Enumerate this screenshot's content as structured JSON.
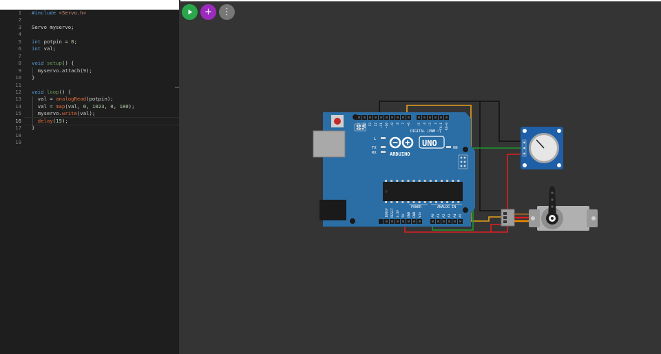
{
  "editor": {
    "lines": [
      {
        "n": "1",
        "tokens": [
          [
            "kw",
            "#include "
          ],
          [
            "ar",
            "<Servo.h>"
          ]
        ]
      },
      {
        "n": "2",
        "tokens": []
      },
      {
        "n": "3",
        "tokens": [
          [
            "p",
            "Servo myservo;"
          ]
        ]
      },
      {
        "n": "4",
        "tokens": []
      },
      {
        "n": "5",
        "tokens": [
          [
            "kw",
            "int"
          ],
          [
            "p",
            " potpin = "
          ],
          [
            "num",
            "0"
          ],
          [
            "p",
            ";"
          ]
        ]
      },
      {
        "n": "6",
        "tokens": [
          [
            "kw",
            "int"
          ],
          [
            "p",
            " val;"
          ]
        ]
      },
      {
        "n": "7",
        "tokens": []
      },
      {
        "n": "8",
        "tokens": [
          [
            "kw",
            "void"
          ],
          [
            "p",
            " "
          ],
          [
            "cmt",
            "setup"
          ],
          [
            "p",
            "() {"
          ]
        ]
      },
      {
        "n": "9",
        "tokens": [
          [
            "p",
            "  myservo.attach("
          ],
          [
            "num",
            "9"
          ],
          [
            "p",
            ");"
          ]
        ]
      },
      {
        "n": "10",
        "tokens": [
          [
            "p",
            "}"
          ]
        ]
      },
      {
        "n": "11",
        "tokens": []
      },
      {
        "n": "12",
        "tokens": [
          [
            "kw",
            "void"
          ],
          [
            "p",
            " "
          ],
          [
            "cmt",
            "loop"
          ],
          [
            "p",
            "() {"
          ]
        ]
      },
      {
        "n": "13",
        "tokens": [
          [
            "p",
            "  val = "
          ],
          [
            "stdfn",
            "analogRead"
          ],
          [
            "p",
            "(potpin);"
          ]
        ]
      },
      {
        "n": "14",
        "tokens": [
          [
            "p",
            "  val = "
          ],
          [
            "stdfn",
            "map"
          ],
          [
            "p",
            "(val, "
          ],
          [
            "num",
            "0"
          ],
          [
            "p",
            ", "
          ],
          [
            "num",
            "1023"
          ],
          [
            "p",
            ", "
          ],
          [
            "num",
            "0"
          ],
          [
            "p",
            ", "
          ],
          [
            "num",
            "180"
          ],
          [
            "p",
            ");"
          ]
        ]
      },
      {
        "n": "15",
        "tokens": [
          [
            "p",
            "  myservo."
          ],
          [
            "stdfn",
            "write"
          ],
          [
            "p",
            "(val);"
          ]
        ]
      },
      {
        "n": "16",
        "tokens": [
          [
            "p",
            "  "
          ],
          [
            "stdfn",
            "delay"
          ],
          [
            "p",
            "("
          ],
          [
            "num",
            "15"
          ],
          [
            "p",
            ");"
          ]
        ]
      },
      {
        "n": "17",
        "tokens": [
          [
            "p",
            "}"
          ]
        ]
      },
      {
        "n": "18",
        "tokens": []
      },
      {
        "n": "19",
        "tokens": []
      }
    ],
    "active_line": "16"
  },
  "toolbar": {
    "run_icon": "play-icon",
    "add_icon": "plus-icon",
    "more_icon": "more-vertical-icon",
    "add_glyph": "+",
    "more_glyph": "⋮"
  },
  "board": {
    "name": "ARDUINO",
    "model": "UNO",
    "header_digital": "DIGITAL (PWM ~)",
    "header_power": "POWER",
    "header_analog": "ANALOG IN",
    "label_l": "L",
    "label_tx": "TX",
    "label_rx": "RX",
    "label_on": "ON",
    "top_pins": [
      "AREF",
      "GND",
      "13",
      "12",
      "~11",
      "~10",
      "~9",
      "8",
      "7",
      "~6",
      "~5",
      "4",
      "~3",
      "2",
      "TX→1",
      "RX←0"
    ],
    "power_pins": [
      "IOREF",
      "RESET",
      "3.3V",
      "5V",
      "GND",
      "GND",
      "Vin"
    ],
    "analog_pins": [
      "A0",
      "A1",
      "A2",
      "A3",
      "A4",
      "A5"
    ]
  },
  "colors": {
    "board": "#2b6ea5",
    "wire_black": "#111111",
    "wire_orange": "#e8a21a",
    "wire_green": "#1f9a2e",
    "wire_red": "#e01e1e",
    "run": "#2aa64b",
    "add": "#9a2bbd",
    "more": "#777777"
  }
}
